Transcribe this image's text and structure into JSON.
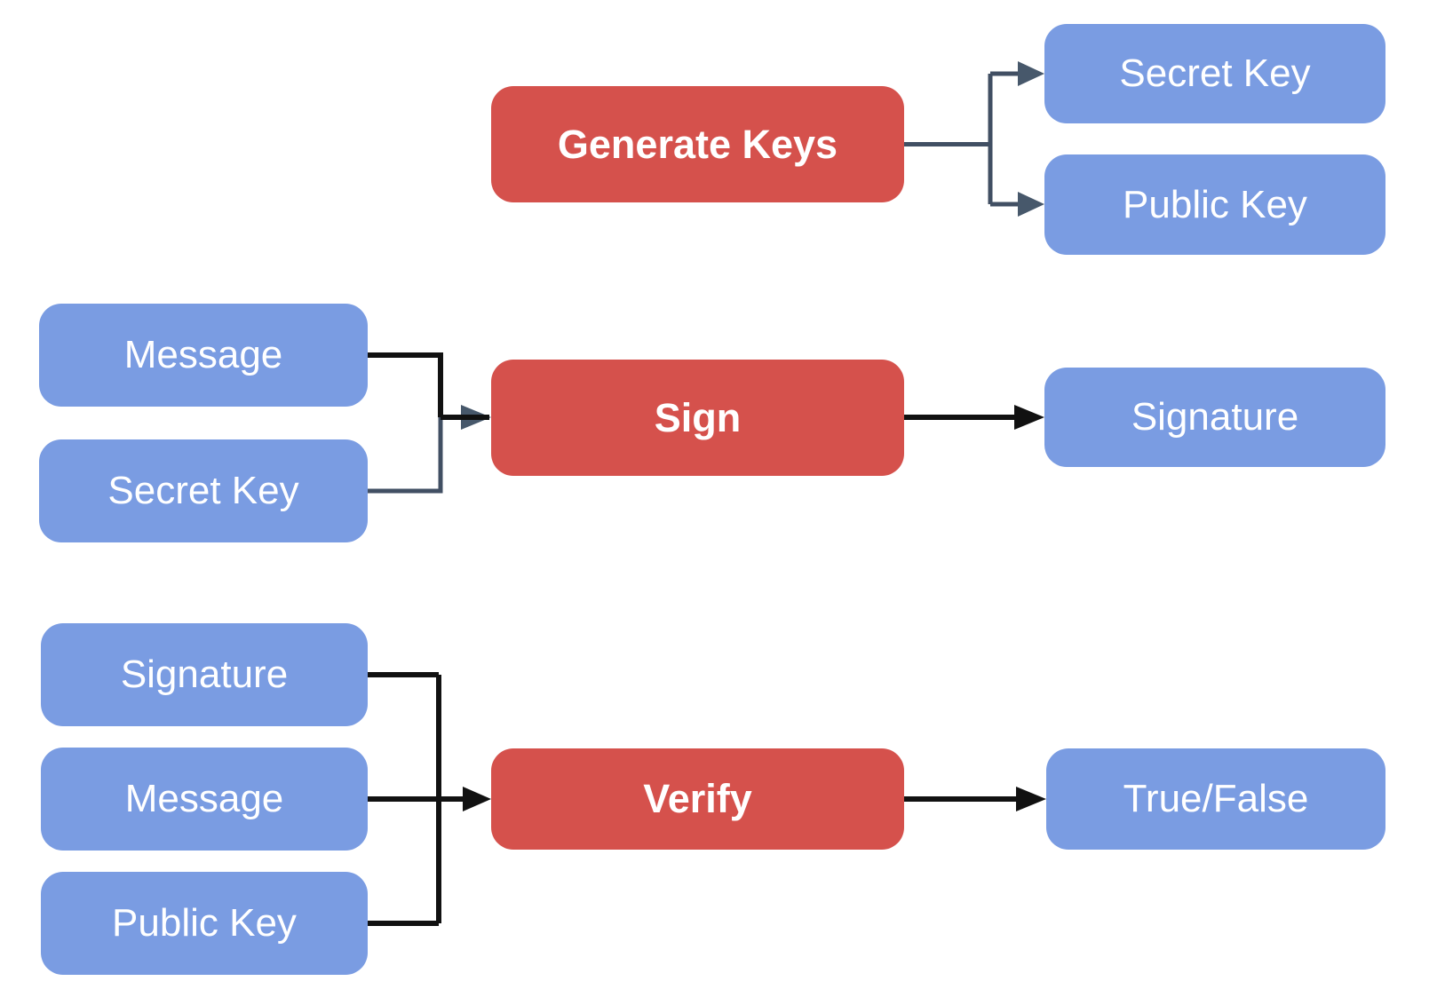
{
  "diagram": {
    "background": "#ffffff",
    "colors": {
      "process_box": "#d5514c",
      "io_box": "#7a9ce2",
      "box_text": "#ffffff",
      "connector_black": "#111111",
      "connector_slate": "#414f63",
      "arrowhead_slate": "#47586b"
    },
    "nodes": {
      "generate_keys": {
        "label": "Generate Keys",
        "type": "process"
      },
      "secret_key_out": {
        "label": "Secret Key",
        "type": "io"
      },
      "public_key_out": {
        "label": "Public Key",
        "type": "io"
      },
      "message_sign_in": {
        "label": "Message",
        "type": "io"
      },
      "secret_key_sign_in": {
        "label": "Secret Key",
        "type": "io"
      },
      "sign": {
        "label": "Sign",
        "type": "process"
      },
      "signature_out": {
        "label": "Signature",
        "type": "io"
      },
      "signature_verify_in": {
        "label": "Signature",
        "type": "io"
      },
      "message_verify_in": {
        "label": "Message",
        "type": "io"
      },
      "public_key_verify_in": {
        "label": "Public Key",
        "type": "io"
      },
      "verify": {
        "label": "Verify",
        "type": "process"
      },
      "true_false_out": {
        "label": "True/False",
        "type": "io"
      }
    },
    "edges": [
      {
        "from": "generate_keys",
        "to": "secret_key_out"
      },
      {
        "from": "generate_keys",
        "to": "public_key_out"
      },
      {
        "from": "message_sign_in",
        "to": "sign"
      },
      {
        "from": "secret_key_sign_in",
        "to": "sign"
      },
      {
        "from": "sign",
        "to": "signature_out"
      },
      {
        "from": "signature_verify_in",
        "to": "verify"
      },
      {
        "from": "message_verify_in",
        "to": "verify"
      },
      {
        "from": "public_key_verify_in",
        "to": "verify"
      },
      {
        "from": "verify",
        "to": "true_false_out"
      }
    ]
  }
}
